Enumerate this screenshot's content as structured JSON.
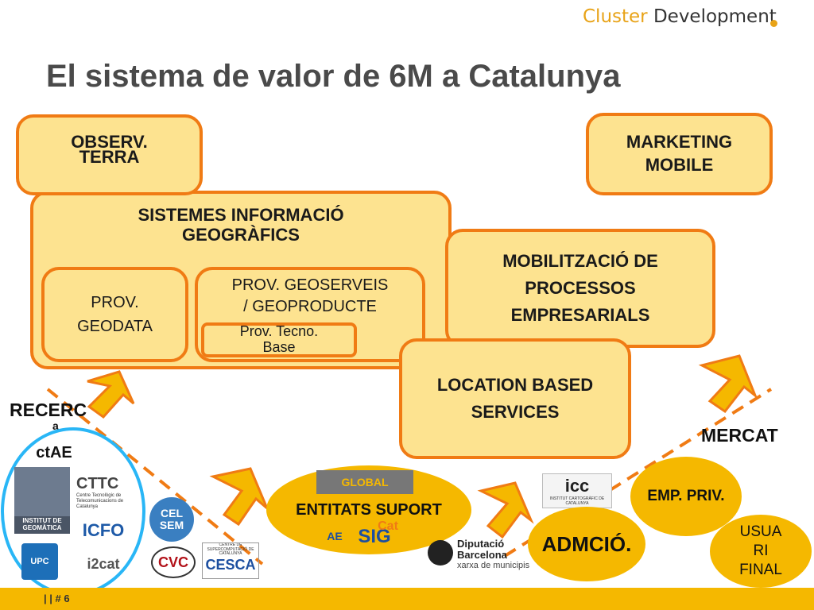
{
  "header": {
    "brand_part1": "Cluster",
    "brand_part2": "Development",
    "title": "El sistema de valor de 6M a Catalunya"
  },
  "boxes": {
    "observ": [
      "OBSERV.",
      "TERRA"
    ],
    "marketing": [
      "MARKETING",
      "MOBILE"
    ],
    "sig": [
      "SISTEMES INFORMACIÓ",
      "GEOGRÀFICS"
    ],
    "prov_geodata": [
      "PROV.",
      "GEODATA"
    ],
    "prov_geoserveis": [
      "PROV. GEOSERVEIS",
      "/ GEOPRODUCTE"
    ],
    "prov_tecno": [
      "Prov. Tecno.",
      "Base"
    ],
    "mobilitzacio": [
      "MOBILITZACIÓ DE",
      "PROCESSOS",
      "EMPRESARIALS"
    ],
    "lbs": [
      "LOCATION BASED",
      "SERVICES"
    ]
  },
  "labels": {
    "recerca": "RECERC",
    "recerca_tail": "a",
    "mercat": "MERCAT"
  },
  "ellipses": {
    "entitats": "ENTITATS SUPORT",
    "emp_priv": "EMP. PRIV.",
    "admcio": "ADMCIÓ.",
    "usuari": [
      "USUA",
      "RI",
      "FINAL"
    ]
  },
  "logos": {
    "ctae": "ctAE",
    "cttc_name": "CTTC",
    "cttc_sub": "Centre Tecnològic de Telecomunicacions de Catalunya",
    "igc": "INSTITUT DE GEOMÀTICA",
    "icfo": "ICFO",
    "celsem": [
      "CEL",
      "SEM"
    ],
    "upc": "UPC",
    "i2cat": "i2cat",
    "cvc": "CVC",
    "cesca_top": "CENTRE DE SUPERCOMPUTACIÓ DE CATALUNYA",
    "cesca": "CESCA",
    "globalsat": "GLOBAL",
    "sig_cat": "SIG",
    "cat": "Cat",
    "ae": "AE",
    "icc": "icc",
    "icc_sub": "INSTITUT CARTOGRÀFIC DE CATALUNYA",
    "diputacio": [
      "Diputació",
      "Barcelona",
      "xarxa de municipis"
    ]
  },
  "footer": {
    "text": "|   | # 6"
  },
  "colors": {
    "orange_border": "#f07b14",
    "box_fill": "#fde390",
    "ellipse_fill": "#f5b800",
    "footer": "#f5b800",
    "dashed_line": "#f07b14",
    "recerca_circle": "#29b6f6"
  }
}
